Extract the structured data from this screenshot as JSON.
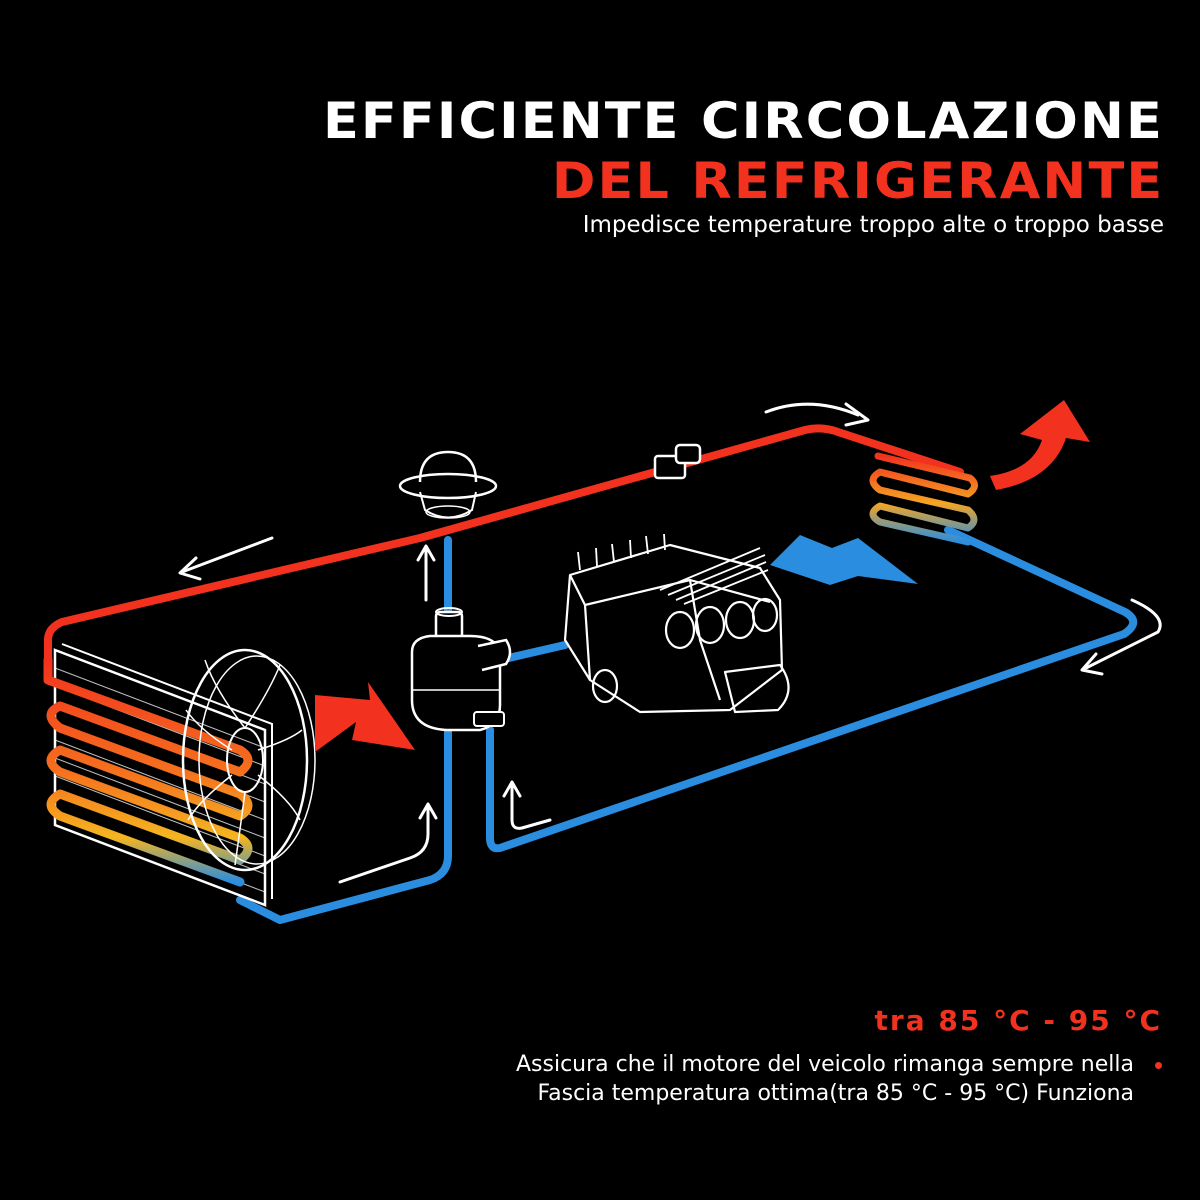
{
  "heading": {
    "line1": "EFFICIENTE CIRCOLAZIONE",
    "line2": "DEL REFRIGERANTE",
    "subtitle": "Impedisce temperature troppo alte o troppo basse"
  },
  "info": {
    "range_label": "tra 85 °C - 95 °C",
    "description_line1": "Assicura che il motore del veicolo rimanga sempre nella",
    "description_line2": "Fascia temperatura ottima(tra 85 °C - 95 °C) Funziona"
  },
  "colors": {
    "hot": "#f2321e",
    "cold": "#2a8de0",
    "warm": "#f5a623",
    "background": "#000000",
    "line": "#ffffff"
  },
  "components": {
    "radiator": "radiator-icon",
    "fan": "fan-icon",
    "thermostat": "thermostat-icon",
    "water_pump": "water-pump-icon",
    "engine": "engine-block-icon",
    "heater_core": "heater-core-icon",
    "sensor": "temperature-sensor-icon"
  }
}
